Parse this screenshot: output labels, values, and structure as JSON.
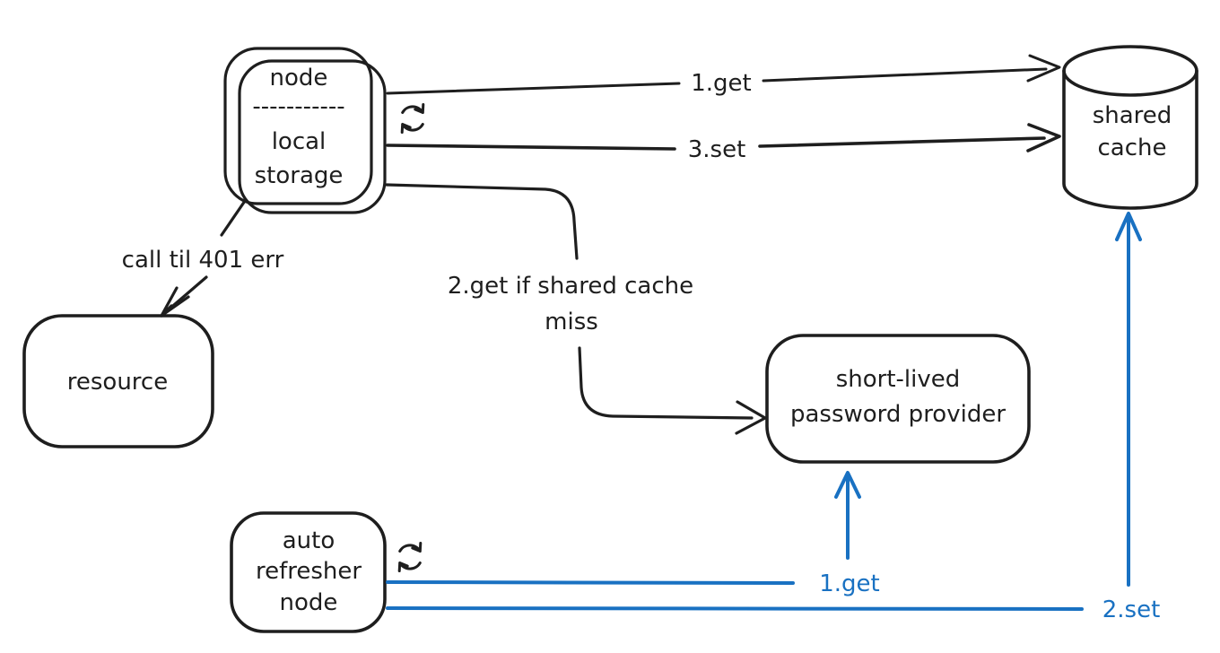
{
  "canvas": {
    "background_color": "#ffffff",
    "ink_color": "#1e1e1e",
    "accent_color": "#1971c2"
  },
  "nodes": {
    "node_local_storage": {
      "title": "node",
      "divider": "-----------",
      "body_line1": "local",
      "body_line2": "storage",
      "icon": "refresh-icon"
    },
    "shared_cache": {
      "line1": "shared",
      "line2": "cache",
      "shape": "cylinder"
    },
    "resource": {
      "label": "resource"
    },
    "password_provider": {
      "line1": "short-lived",
      "line2": "password provider"
    },
    "auto_refresher": {
      "line1": "auto",
      "line2": "refresher",
      "line3": "node",
      "icon": "refresh-icon"
    }
  },
  "edges": {
    "node_get_shared_cache": {
      "label": "1.get"
    },
    "node_set_shared_cache": {
      "label": "3.set"
    },
    "node_get_if_miss": {
      "label_line1": "2.get if shared cache",
      "label_line2": "miss"
    },
    "node_call_resource": {
      "label": "call til 401 err"
    },
    "refresher_get_provider": {
      "label": "1.get"
    },
    "refresher_set_cache": {
      "label": "2.set"
    }
  }
}
